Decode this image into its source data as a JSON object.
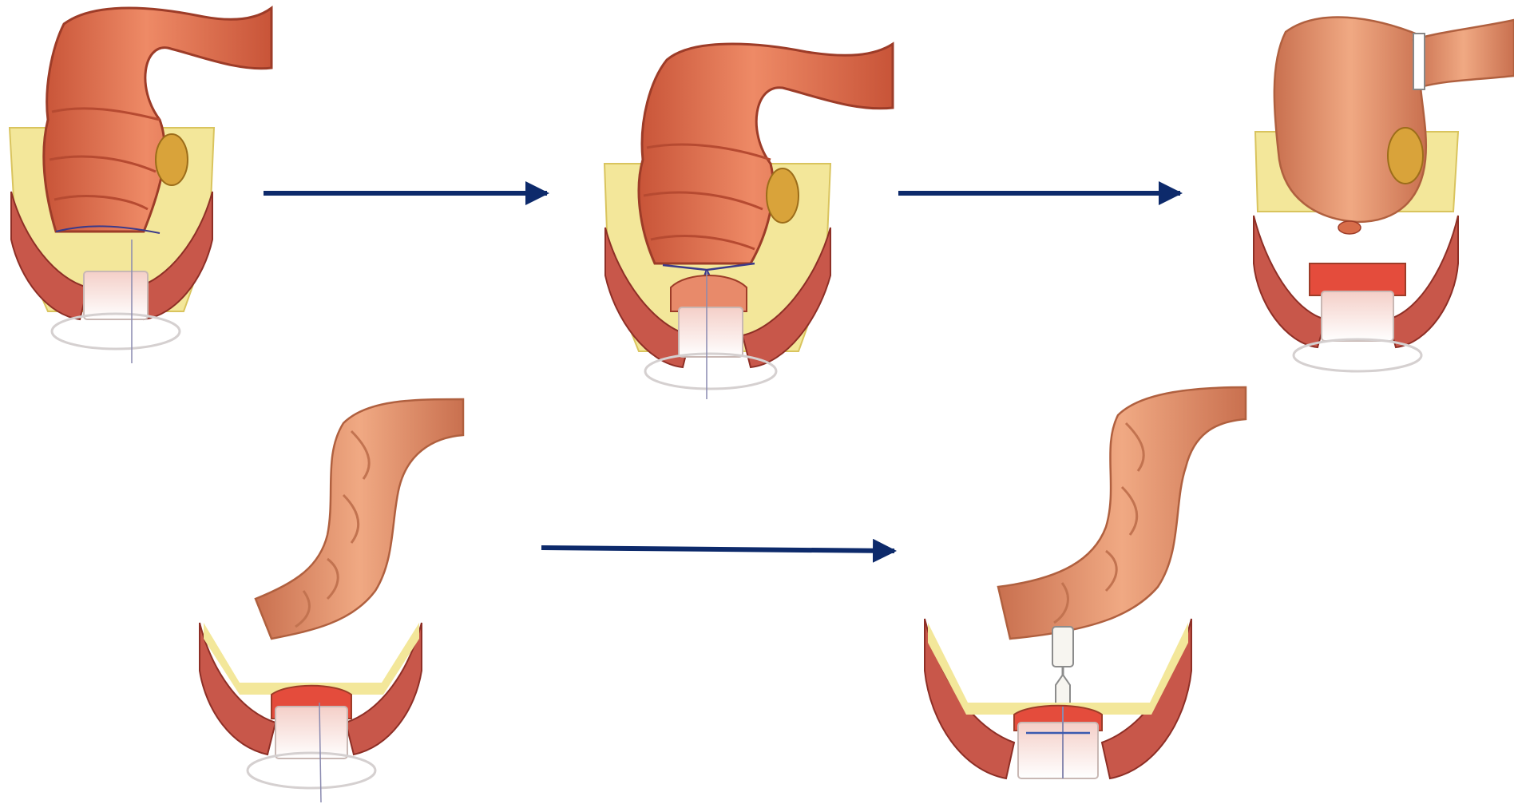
{
  "figure": {
    "panels": [
      {
        "id": "panel-1",
        "name": "proximal-colon-with-tumor-and-purse-string"
      },
      {
        "id": "panel-2",
        "name": "purse-string-closed-below-tumor"
      },
      {
        "id": "panel-3",
        "name": "specimen-transected-removed"
      },
      {
        "id": "panel-4",
        "name": "colon-pulled-down-to-anal-canal"
      },
      {
        "id": "panel-5",
        "name": "stapler-anvil-anastomosis"
      }
    ],
    "arrows": [
      {
        "from": "panel-1",
        "to": "panel-2"
      },
      {
        "from": "panel-2",
        "to": "panel-3"
      },
      {
        "from": "panel-4",
        "to": "panel-5"
      }
    ]
  },
  "colors": {
    "arrow": "#0d2a6b",
    "colon": "#e06a4a",
    "colon_light": "#f2a07e",
    "colon_dark": "#b84a33",
    "muscle": "#c8574a",
    "fat": "#f3e79a",
    "tumor": "#d9a33a",
    "retractor": "#f6f3f2",
    "purse_string": "#3b3a8a"
  }
}
